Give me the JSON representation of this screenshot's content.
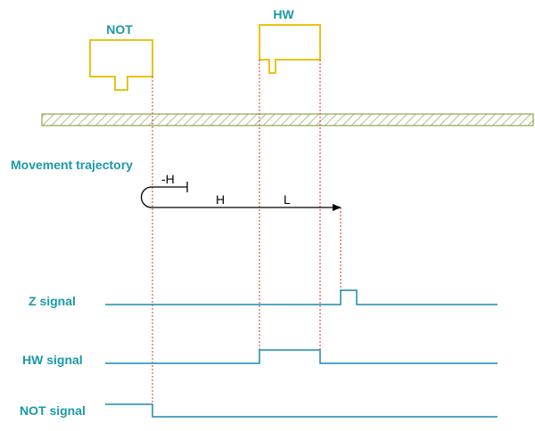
{
  "switches": {
    "not": {
      "label": "NOT"
    },
    "hw": {
      "label": "HW"
    }
  },
  "trajectory": {
    "title": "Movement trajectory",
    "neg_h_label": "-H",
    "h_label": "H",
    "l_label": "L"
  },
  "signals": {
    "z": {
      "label": "Z signal"
    },
    "hw": {
      "label": "HW signal"
    },
    "not": {
      "label": "NOT signal"
    }
  },
  "colors": {
    "switch": "#e8c318",
    "rail_stroke": "#8aa64e",
    "label_teal": "#1a9aa6",
    "signal": "#1a88b4",
    "guide": "#d9303a",
    "trajectory": "#000000"
  }
}
